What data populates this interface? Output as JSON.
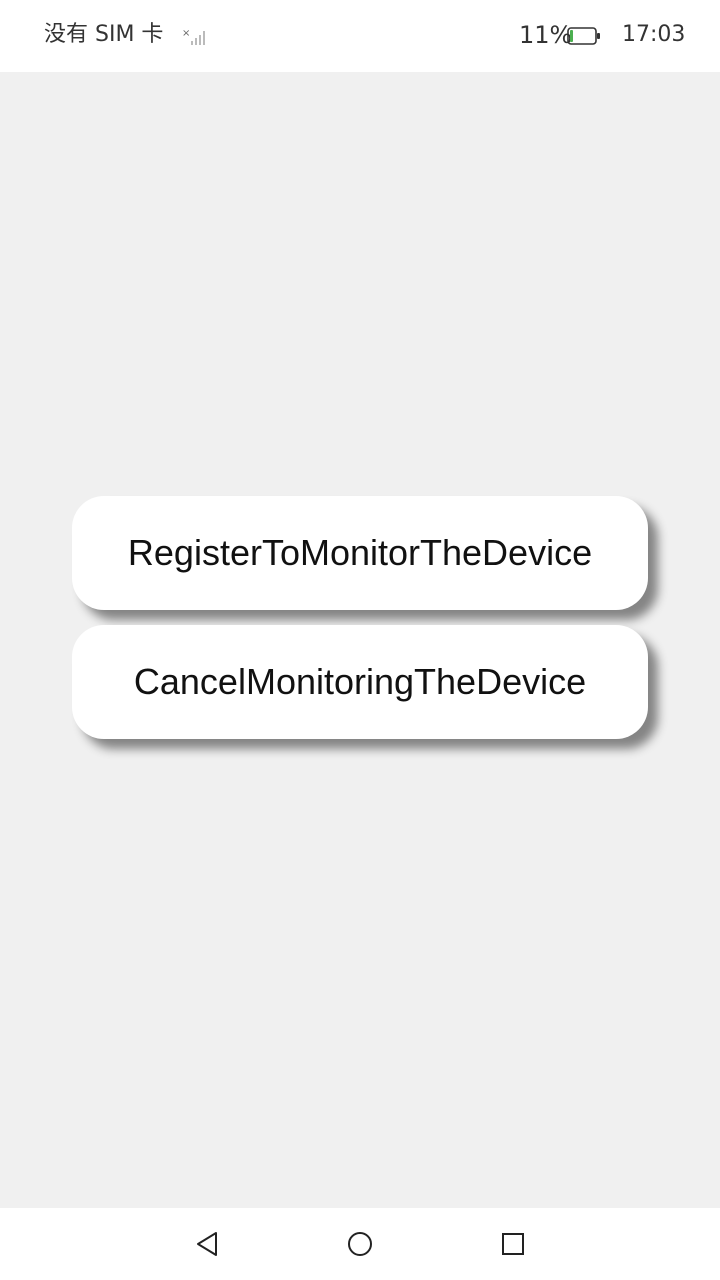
{
  "status_bar": {
    "carrier": "没有 SIM 卡",
    "battery_percent": "11%",
    "battery_level": 0.11,
    "time": "17:03",
    "battery_color": "#4caf50"
  },
  "main": {
    "buttons": [
      {
        "label": "RegisterToMonitorTheDevice"
      },
      {
        "label": "CancelMonitoringTheDevice"
      }
    ]
  },
  "nav_bar": {
    "icons": [
      "back-triangle-icon",
      "home-circle-icon",
      "recent-apps-square-icon"
    ]
  },
  "colors": {
    "background": "#f0f0f0",
    "surface": "#ffffff",
    "text": "#111111"
  }
}
